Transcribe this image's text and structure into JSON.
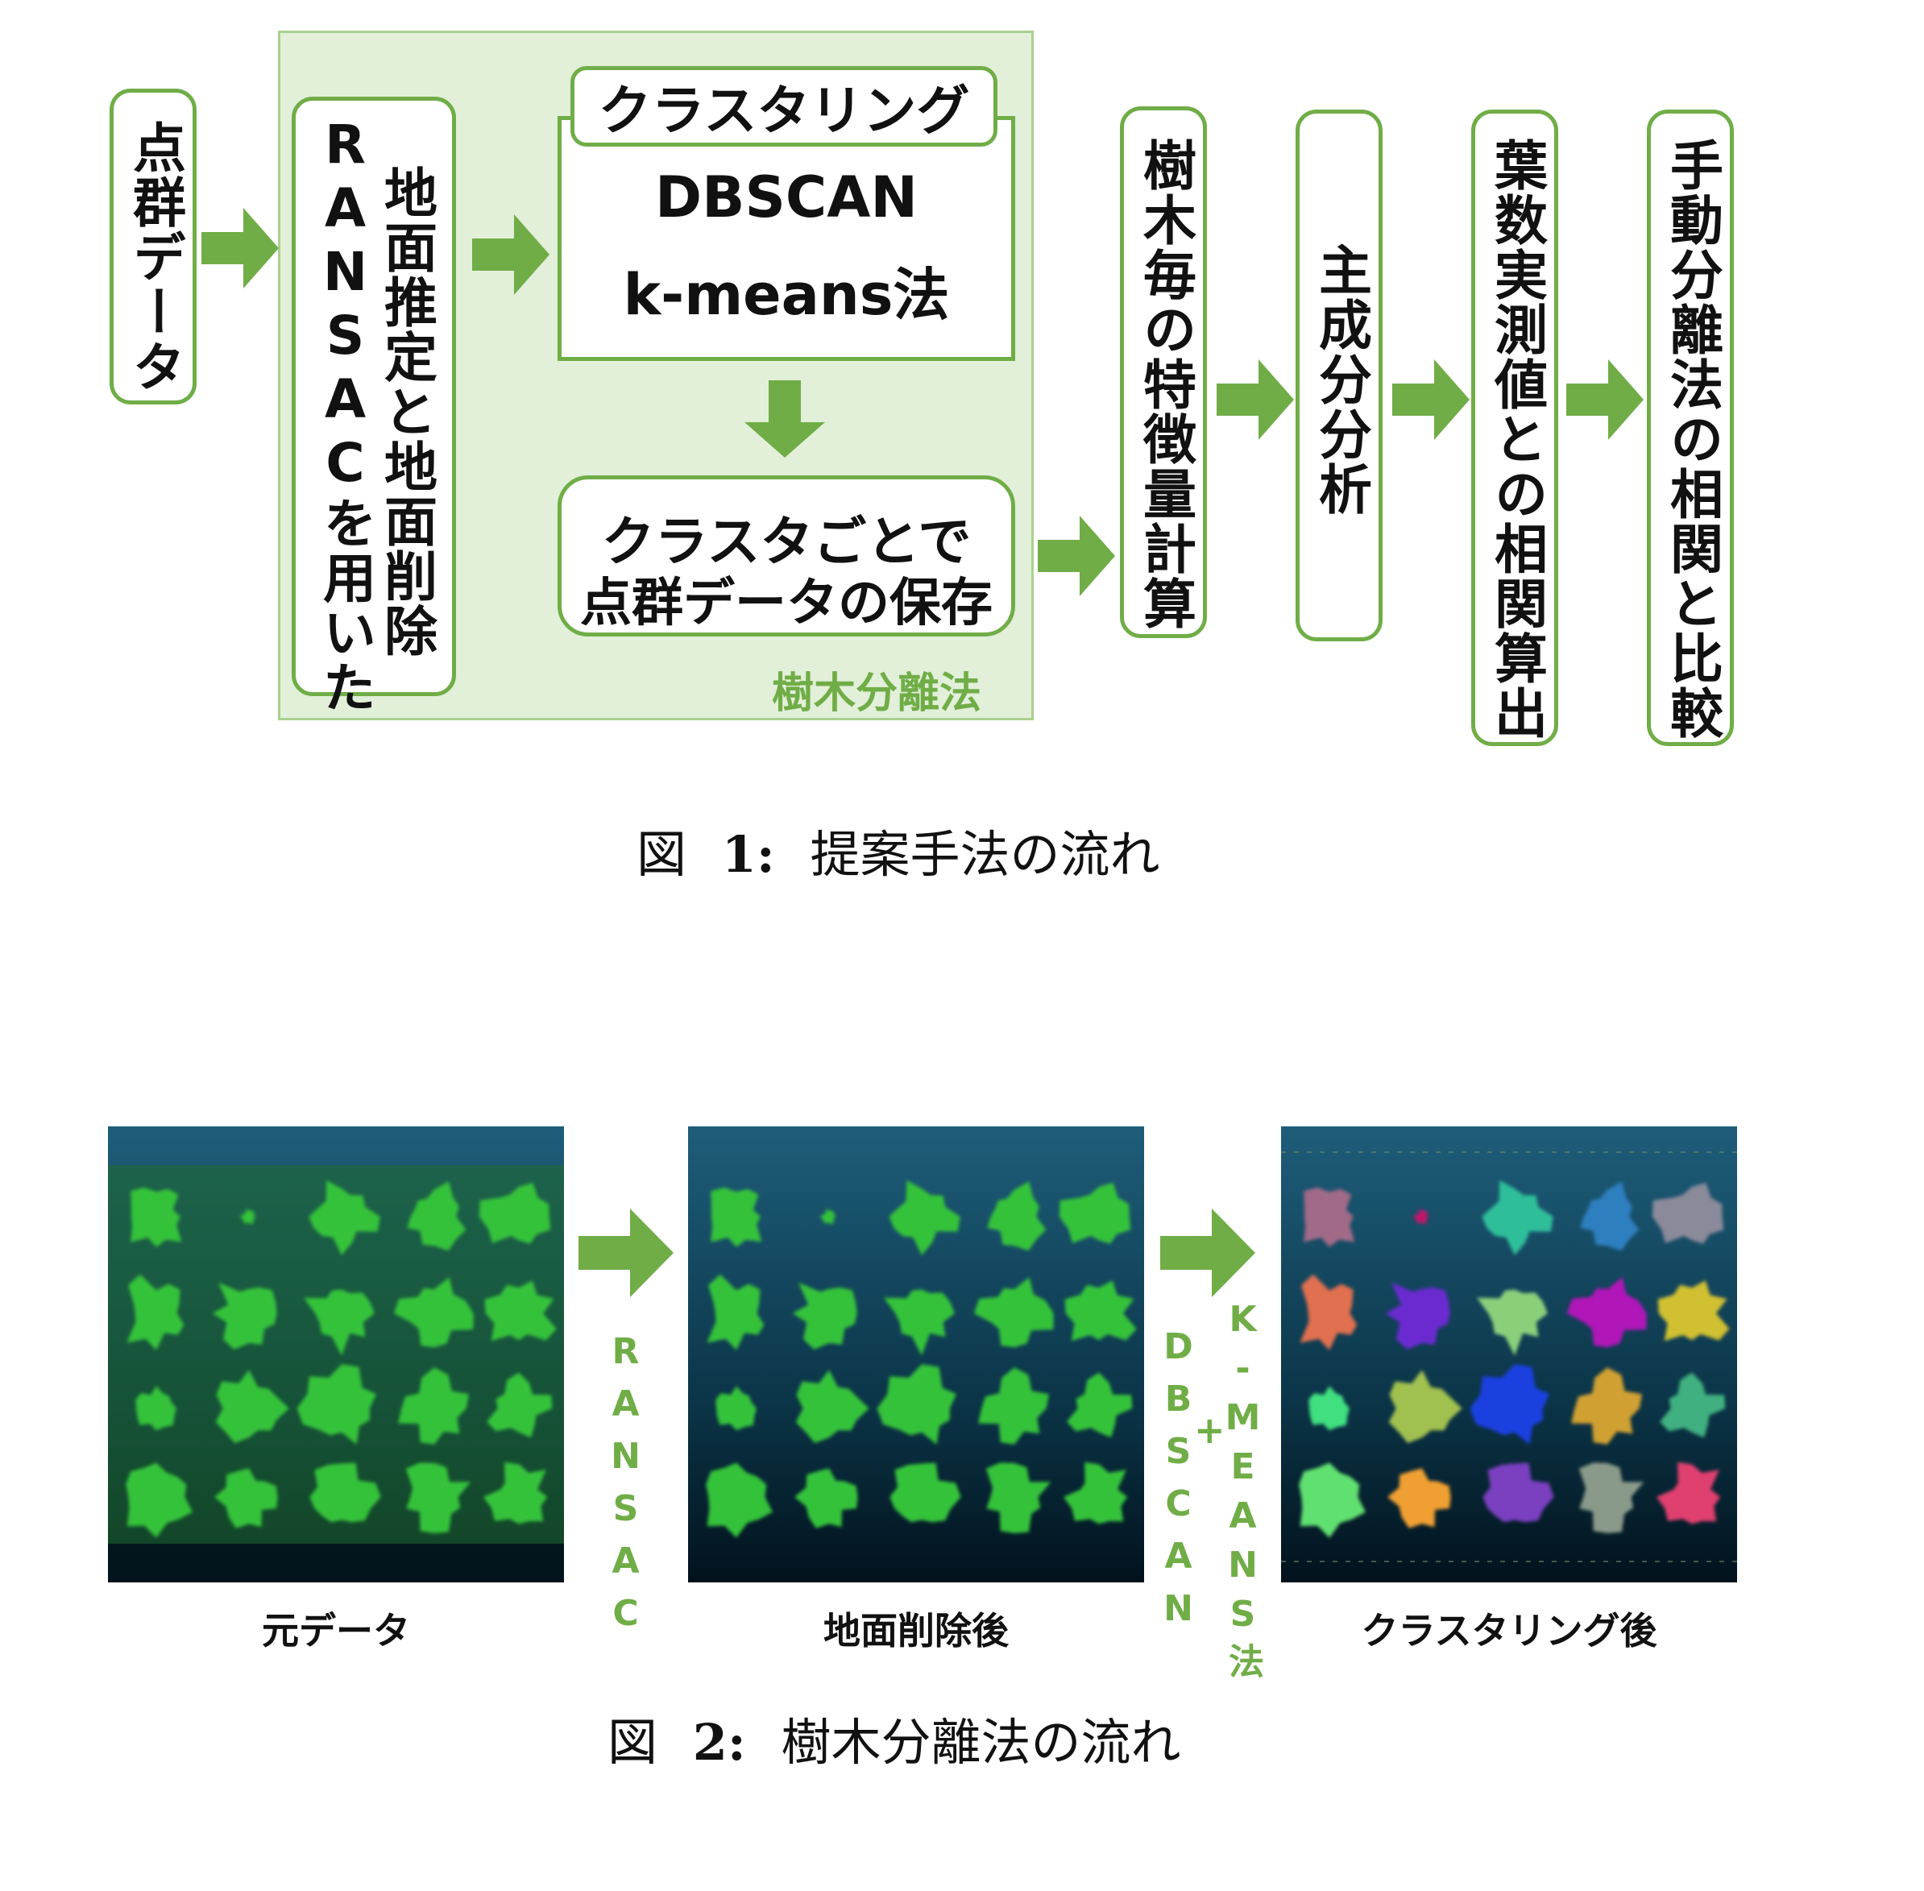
{
  "figure1": {
    "group_label": "樹木分離法",
    "steps": {
      "input": "点群データ",
      "ground_col1": "RANSACを用いた",
      "ground_col2": "地面推定と地面削除",
      "clustering_title": "クラスタリング",
      "clustering_methods": [
        "DBSCAN",
        "k-means法"
      ],
      "save_line1": "クラスタごとで",
      "save_line2": "点群データの保存",
      "features": "樹木毎の特徴量計算",
      "pca": "主成分分析",
      "correlation": "葉数実測値との相関算出",
      "compare": "手動分離法の相関と比較"
    },
    "caption_label": "図",
    "caption_number": "1:",
    "caption_text": "提案手法の流れ"
  },
  "figure2": {
    "panels": [
      {
        "label": "元データ"
      },
      {
        "label": "地面削除後"
      },
      {
        "label": "クラスタリング後"
      }
    ],
    "arrow1_label": "RANSAC",
    "arrow2_label_a": "DBSCAN",
    "arrow2_plus": "+",
    "arrow2_label_b": "K-MEANS法",
    "caption_label": "図",
    "caption_number": "2:",
    "caption_text": "樹木分離法の流れ"
  },
  "colors": {
    "accent_green": "#70ad47",
    "group_fill": "#e2efd9",
    "panel_bg_top": "#1e5d7a",
    "panel_bg_bottom": "#02121c"
  }
}
